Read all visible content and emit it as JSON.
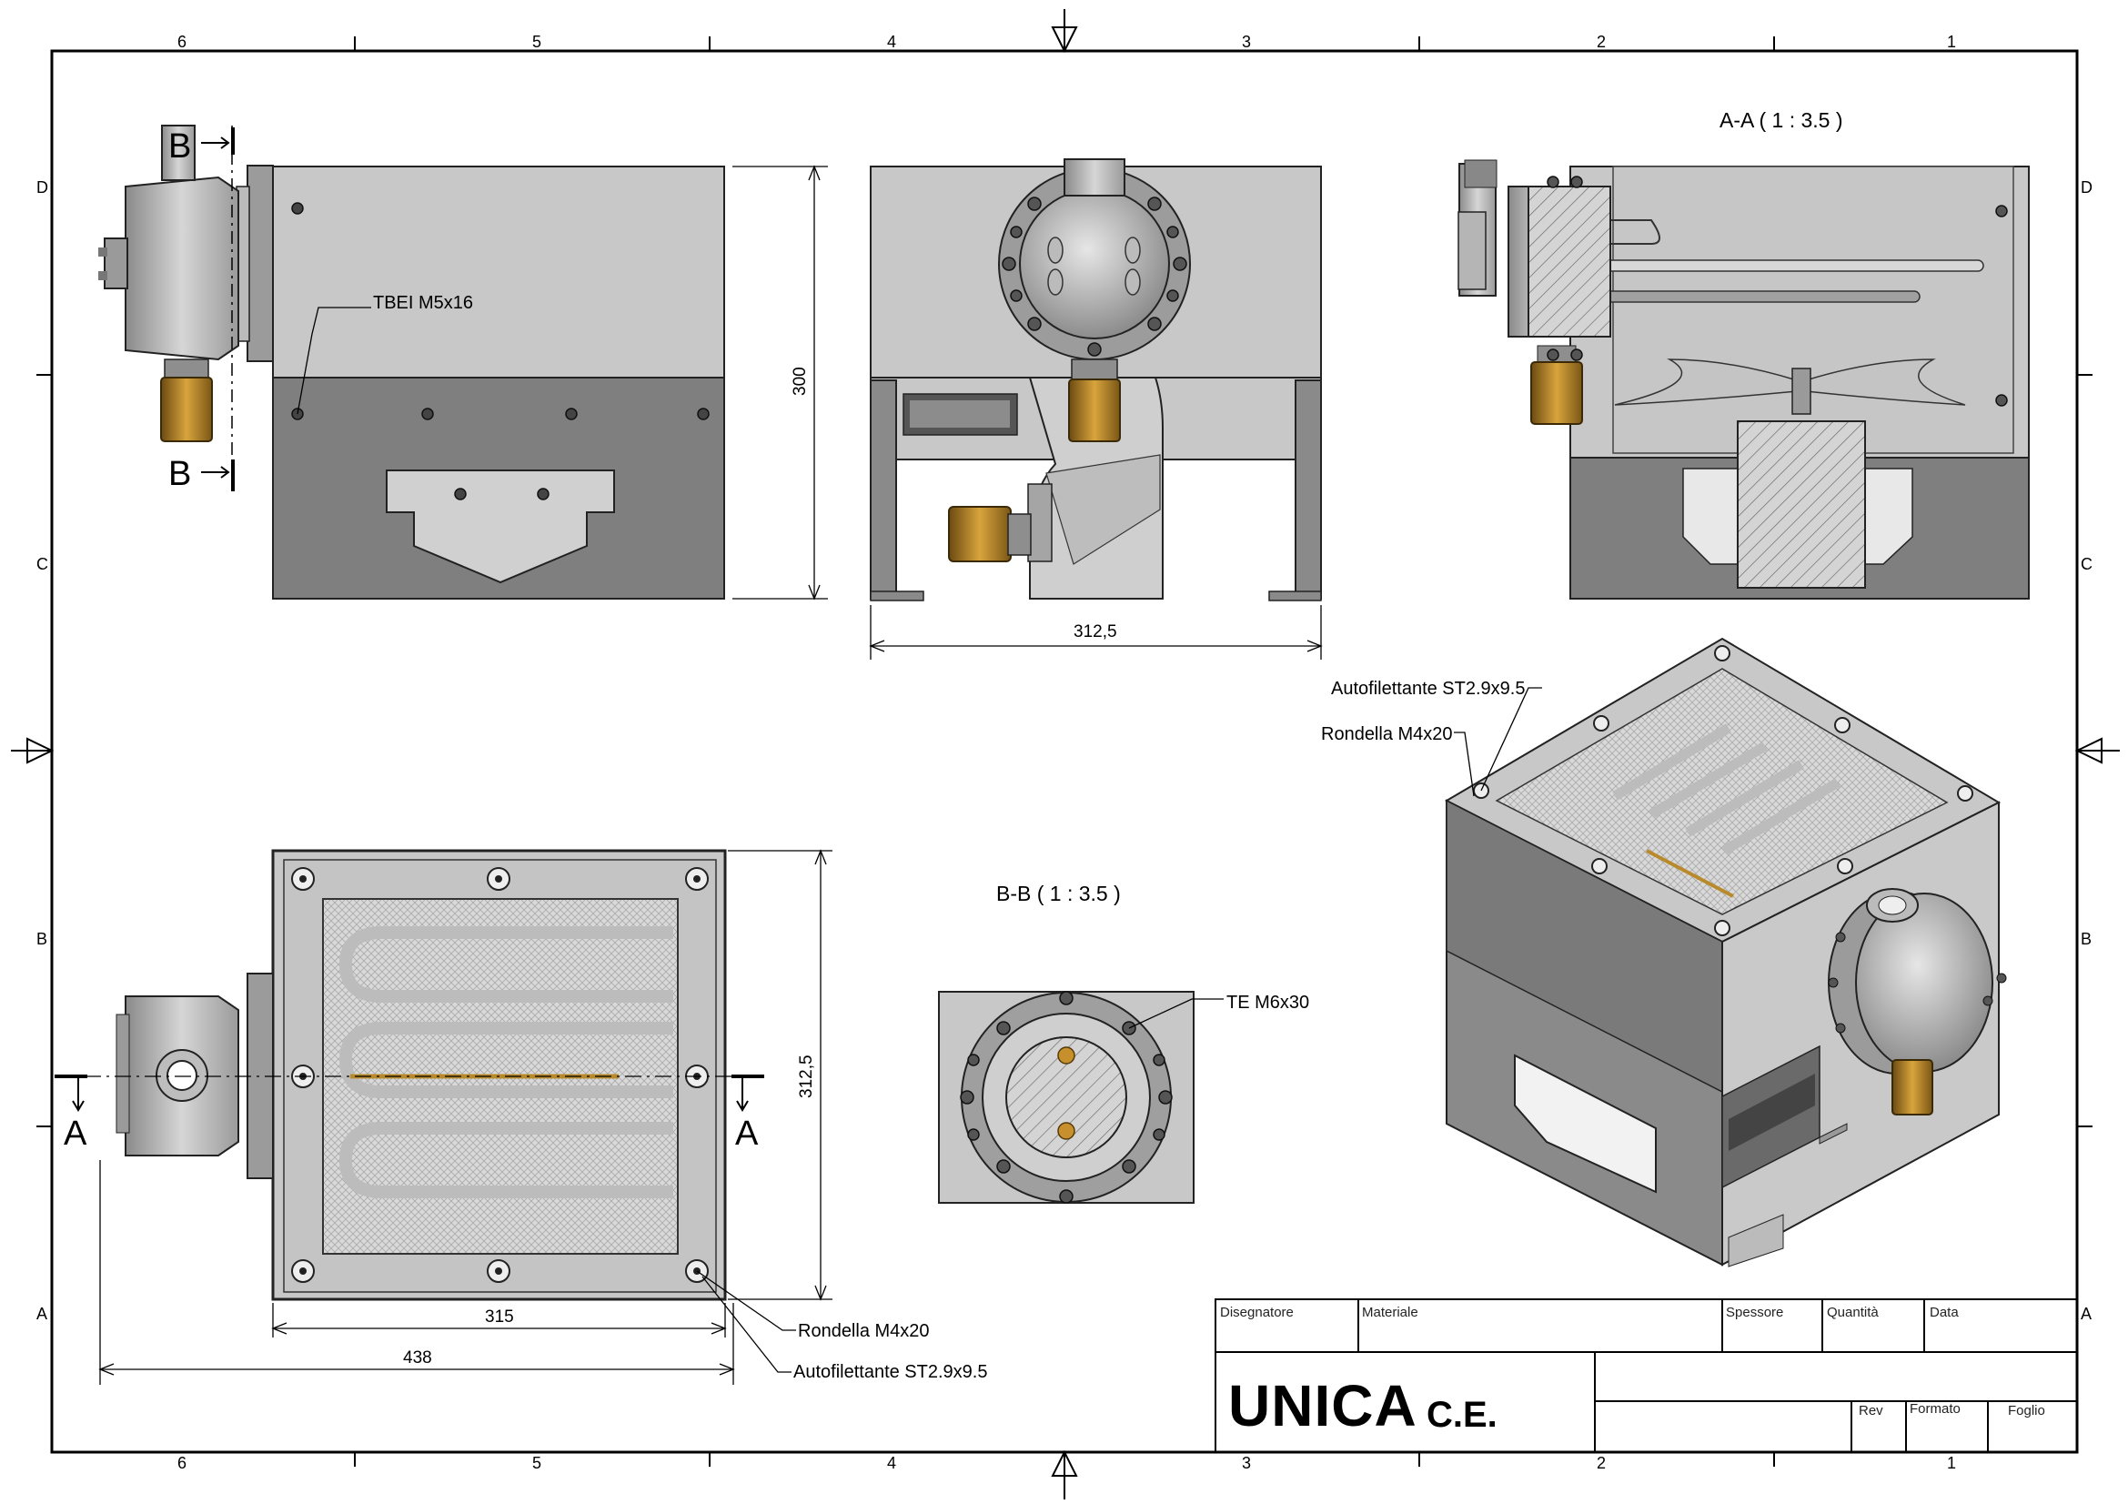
{
  "zones": {
    "columns": [
      "6",
      "5",
      "4",
      "3",
      "2",
      "1"
    ],
    "rows": [
      "D",
      "C",
      "B",
      "A"
    ]
  },
  "views": {
    "section_aa_title": "A-A ( 1 : 3.5 )",
    "section_bb_title": "B-B ( 1 : 3.5 )",
    "cut_letter_b": "B",
    "cut_letter_a": "A"
  },
  "callouts": {
    "tbei": "TBEI M5x16",
    "autofilettante": "Autofilettante ST2.9x9.5",
    "rondella": "Rondella M4x20",
    "te": "TE M6x30"
  },
  "dimensions": {
    "height": "300",
    "width_front": "312,5",
    "depth_top": "312,5",
    "inner_width": "315",
    "overall_width": "438"
  },
  "title_block": {
    "disegnatore": "Disegnatore",
    "materiale": "Materiale",
    "spessore": "Spessore",
    "quantita": "Quantità",
    "data": "Data",
    "rev": "Rev",
    "formato": "Formato",
    "foglio": "Foglio",
    "logo_main": "UNICA",
    "logo_sub": "C.E."
  }
}
